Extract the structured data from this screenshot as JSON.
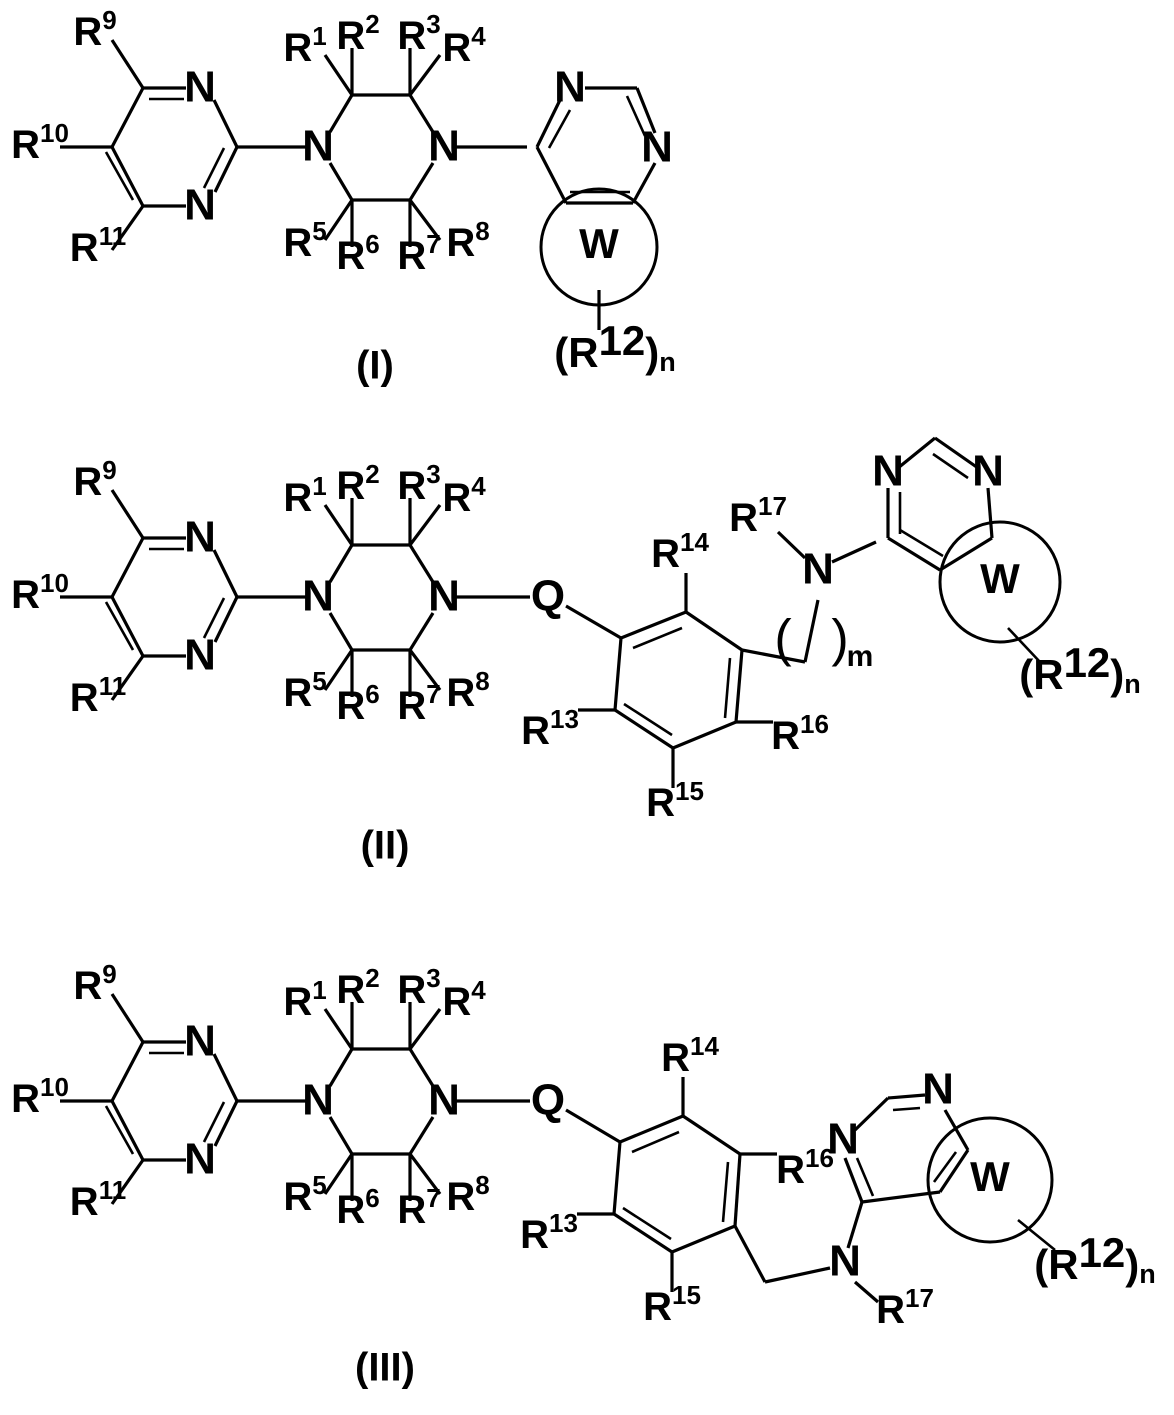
{
  "document": {
    "kind": "chemical-structure-diagram",
    "background_color": "#ffffff",
    "ink_color": "#000000",
    "structure_count": 3
  },
  "structures": [
    {
      "id": "structure-1",
      "formula_label": "(I)",
      "description": "Pyrimidine linked to piperazine linked to fused pyrimidine-W bicyclic",
      "atoms": {
        "pyrimidine_n_top": "N",
        "pyrimidine_n_bottom": "N",
        "piperazine_n_left": "N",
        "piperazine_n_right": "N",
        "right_pyrimidine_n_top": "N",
        "right_pyrimidine_n_right": "N",
        "ring_w": "W"
      },
      "substituents": {
        "r9": {
          "base": "R",
          "sup": "9"
        },
        "r10": {
          "base": "R",
          "sup": "10"
        },
        "r11": {
          "base": "R",
          "sup": "11"
        },
        "r1": {
          "base": "R",
          "sup": "1"
        },
        "r2": {
          "base": "R",
          "sup": "2"
        },
        "r3": {
          "base": "R",
          "sup": "3"
        },
        "r4": {
          "base": "R",
          "sup": "4"
        },
        "r5": {
          "base": "R",
          "sup": "5"
        },
        "r6": {
          "base": "R",
          "sup": "6"
        },
        "r7": {
          "base": "R",
          "sup": "7"
        },
        "r8": {
          "base": "R",
          "sup": "8"
        },
        "r12": {
          "open": "(",
          "base": "R",
          "sup": "12",
          "close": ")",
          "sub": "n"
        }
      }
    },
    {
      "id": "structure-2",
      "formula_label": "(II)",
      "description": "Pyrimidine-piperazine-Q-phenyl-(CH2)m-N(R17)-fused pyrimidine-W",
      "atoms": {
        "pyrimidine_n_top": "N",
        "pyrimidine_n_bottom": "N",
        "piperazine_n_left": "N",
        "piperazine_n_right": "N",
        "linker_q": "Q",
        "amine_n": "N",
        "right_pyrimidine_n_left": "N",
        "right_pyrimidine_n_right": "N",
        "ring_w": "W"
      },
      "substituents": {
        "r9": {
          "base": "R",
          "sup": "9"
        },
        "r10": {
          "base": "R",
          "sup": "10"
        },
        "r11": {
          "base": "R",
          "sup": "11"
        },
        "r1": {
          "base": "R",
          "sup": "1"
        },
        "r2": {
          "base": "R",
          "sup": "2"
        },
        "r3": {
          "base": "R",
          "sup": "3"
        },
        "r4": {
          "base": "R",
          "sup": "4"
        },
        "r5": {
          "base": "R",
          "sup": "5"
        },
        "r6": {
          "base": "R",
          "sup": "6"
        },
        "r7": {
          "base": "R",
          "sup": "7"
        },
        "r8": {
          "base": "R",
          "sup": "8"
        },
        "r13": {
          "base": "R",
          "sup": "13"
        },
        "r14": {
          "base": "R",
          "sup": "14"
        },
        "r15": {
          "base": "R",
          "sup": "15"
        },
        "r16": {
          "base": "R",
          "sup": "16"
        },
        "r17": {
          "base": "R",
          "sup": "17"
        },
        "r12": {
          "open": "(",
          "base": "R",
          "sup": "12",
          "close": ")",
          "sub": "n"
        },
        "chain_repeat": {
          "open": "(",
          "close": ")",
          "sub": "m"
        }
      }
    },
    {
      "id": "structure-3",
      "formula_label": "(III)",
      "description": "Pyrimidine-piperazine-Q-phenyl-CH2-N(R17)-fused pyrimidine-W",
      "atoms": {
        "pyrimidine_n_top": "N",
        "pyrimidine_n_bottom": "N",
        "piperazine_n_left": "N",
        "piperazine_n_right": "N",
        "linker_q": "Q",
        "amine_n": "N",
        "right_pyrimidine_n_left": "N",
        "right_pyrimidine_n_top": "N",
        "ring_w": "W"
      },
      "substituents": {
        "r9": {
          "base": "R",
          "sup": "9"
        },
        "r10": {
          "base": "R",
          "sup": "10"
        },
        "r11": {
          "base": "R",
          "sup": "11"
        },
        "r1": {
          "base": "R",
          "sup": "1"
        },
        "r2": {
          "base": "R",
          "sup": "2"
        },
        "r3": {
          "base": "R",
          "sup": "3"
        },
        "r4": {
          "base": "R",
          "sup": "4"
        },
        "r5": {
          "base": "R",
          "sup": "5"
        },
        "r6": {
          "base": "R",
          "sup": "6"
        },
        "r7": {
          "base": "R",
          "sup": "7"
        },
        "r8": {
          "base": "R",
          "sup": "8"
        },
        "r13": {
          "base": "R",
          "sup": "13"
        },
        "r14": {
          "base": "R",
          "sup": "14"
        },
        "r15": {
          "base": "R",
          "sup": "15"
        },
        "r16": {
          "base": "R",
          "sup": "16"
        },
        "r17": {
          "base": "R",
          "sup": "17"
        },
        "r12": {
          "open": "(",
          "base": "R",
          "sup": "12",
          "close": ")",
          "sub": "n"
        }
      }
    }
  ]
}
